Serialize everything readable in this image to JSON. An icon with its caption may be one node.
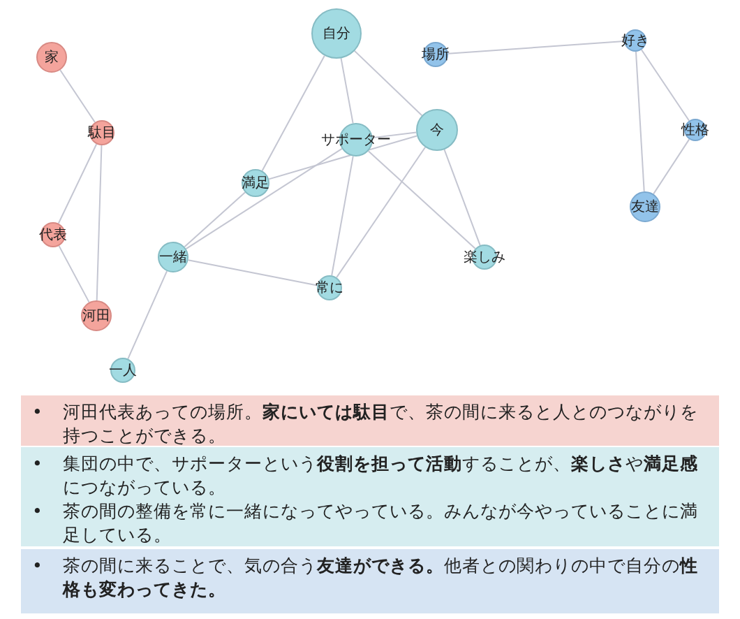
{
  "diagram": {
    "nodes": [
      {
        "text": [
          "家"
        ]
      },
      {
        "text": [
          "駄目"
        ]
      },
      {
        "text": [
          "代表"
        ]
      },
      {
        "text": [
          "河田"
        ]
      },
      {
        "text": [
          "自分"
        ]
      },
      {
        "text": [
          "サポーター"
        ]
      },
      {
        "text": [
          "今"
        ]
      },
      {
        "text": [
          "満足"
        ]
      },
      {
        "text": [
          "一緒"
        ]
      },
      {
        "text": [
          "常に"
        ]
      },
      {
        "text": [
          "楽しみ"
        ]
      },
      {
        "text": [
          "一人"
        ]
      },
      {
        "text": [
          "場所"
        ]
      },
      {
        "text": [
          "好き"
        ]
      },
      {
        "text": [
          "性格"
        ]
      },
      {
        "text": [
          "友達"
        ]
      },
      {
        "text": [
          "河田代表あっての場所。**家にいては駄目**で、茶の間に来ると人とのつながりを持つことができる。"
        ]
      },
      {
        "text": [
          "集団の中で、サポーターという**役割を担って活動**することが、**楽しさ**や**満足感**につながっている。",
          "茶の間の整備を常に一緒になってやっている。みんなが今やっていることに満足している。"
        ]
      },
      {
        "text": [
          "茶の間に来ることで、気の合う**友達ができる。**他者との関わりの中で自分の**性格も変わってきた。**"
        ]
      }
    ],
    "edges": [
      {
        "from": 0,
        "to": 1,
        "arrow": "none"
      },
      {
        "from": 1,
        "to": 2,
        "arrow": "none"
      },
      {
        "from": 1,
        "to": 3,
        "arrow": "none"
      },
      {
        "from": 2,
        "to": 3,
        "arrow": "none"
      },
      {
        "from": 4,
        "to": 7,
        "arrow": "none"
      },
      {
        "from": 4,
        "to": 5,
        "arrow": "none"
      },
      {
        "from": 4,
        "to": 6,
        "arrow": "none"
      },
      {
        "from": 5,
        "to": 6,
        "arrow": "none"
      },
      {
        "from": 7,
        "to": 6,
        "arrow": "none"
      },
      {
        "from": 8,
        "to": 5,
        "arrow": "none"
      },
      {
        "from": 8,
        "to": 7,
        "arrow": "none"
      },
      {
        "from": 8,
        "to": 9,
        "arrow": "none"
      },
      {
        "from": 8,
        "to": 11,
        "arrow": "none"
      },
      {
        "from": 5,
        "to": 9,
        "arrow": "none"
      },
      {
        "from": 5,
        "to": 10,
        "arrow": "none"
      },
      {
        "from": 6,
        "to": 9,
        "arrow": "none"
      },
      {
        "from": 6,
        "to": 10,
        "arrow": "none"
      },
      {
        "from": 12,
        "to": 13,
        "arrow": "none"
      },
      {
        "from": 13,
        "to": 14,
        "arrow": "none"
      },
      {
        "from": 13,
        "to": 15,
        "arrow": "none"
      },
      {
        "from": 14,
        "to": 15,
        "arrow": "none"
      }
    ],
    "labels": [
      "•",
      "•",
      "•",
      "•"
    ]
  }
}
